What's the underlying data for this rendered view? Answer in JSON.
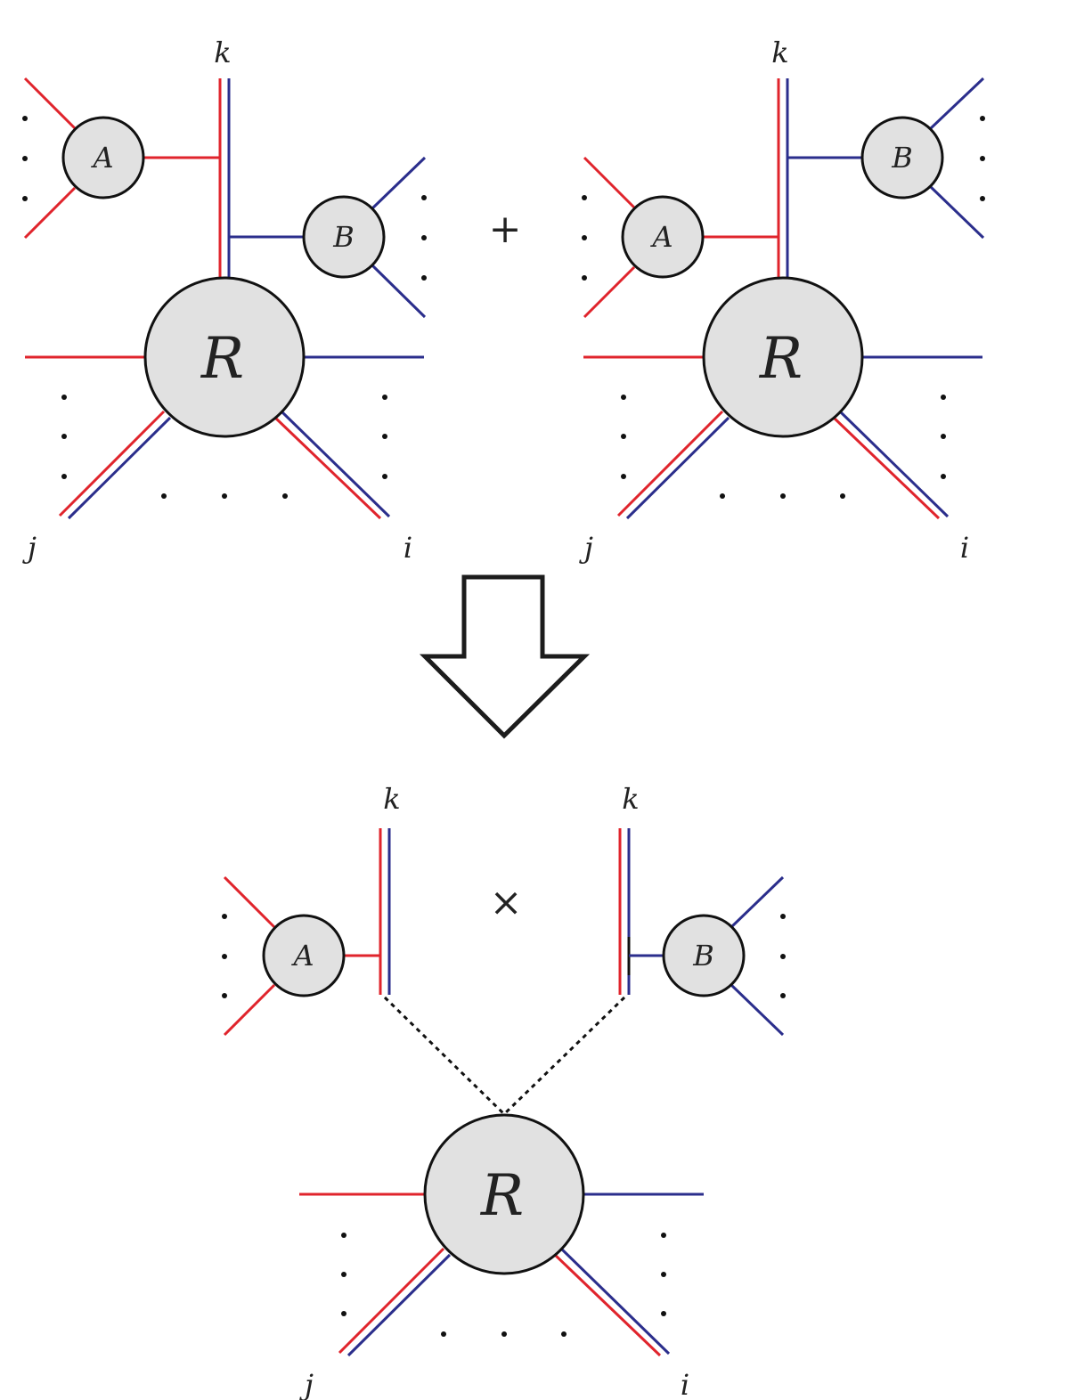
{
  "diagram": {
    "top_left": {
      "vertex_label": "R",
      "blob_a_label": "A",
      "blob_b_label": "B",
      "leg_k_label": "k",
      "leg_j_label": "j",
      "leg_i_label": "i"
    },
    "plus_sign": "+",
    "top_right": {
      "vertex_label": "R",
      "blob_a_label": "A",
      "blob_b_label": "B",
      "leg_k_label": "k",
      "leg_j_label": "j",
      "leg_i_label": "i"
    },
    "bottom": {
      "vertex_label": "R",
      "blob_a_label": "A",
      "blob_b_label": "B",
      "left_k_label": "k",
      "right_k_label": "k",
      "times_sign": "×",
      "leg_j_label": "j",
      "leg_i_label": "i"
    },
    "colors": {
      "red_line": "#e0242c",
      "blue_line": "#2b2e8c",
      "blob_fill": "#e1e1e1"
    }
  }
}
